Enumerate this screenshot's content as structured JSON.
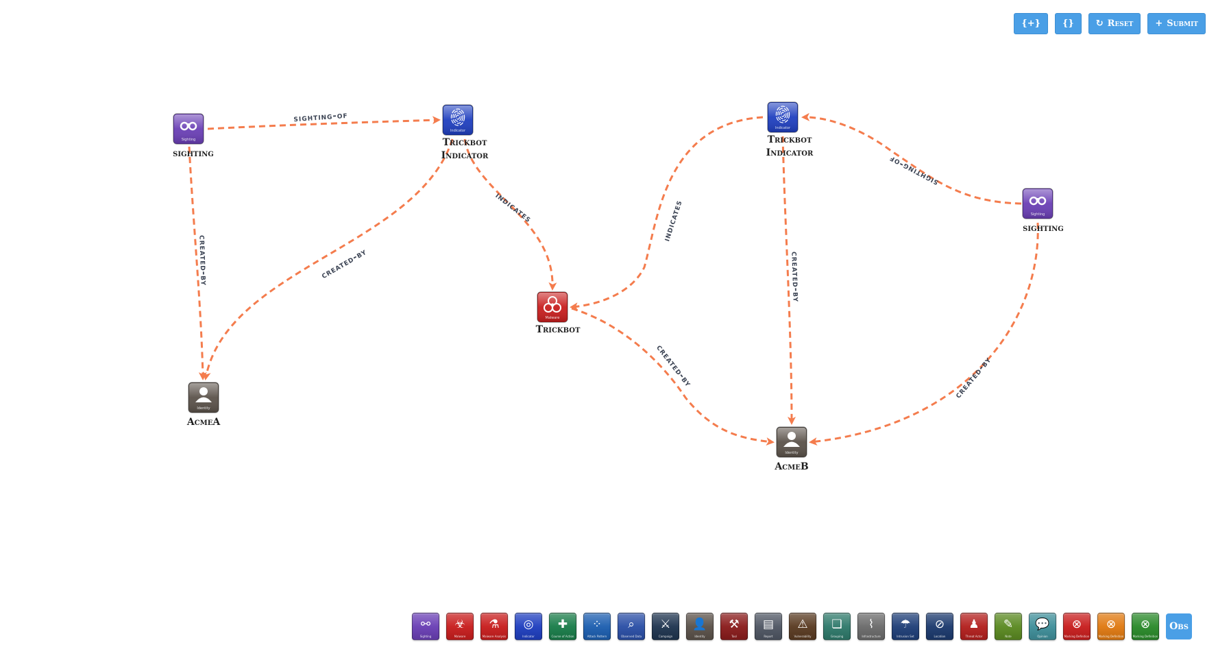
{
  "toolbar": {
    "add_json_label": "{+}",
    "json_label": "{}",
    "reset_label": "Reset",
    "reset_icon": "↻",
    "submit_label": "Submit",
    "submit_icon": "+"
  },
  "graph": {
    "edge_color": "#f47c4d",
    "nodes": [
      {
        "id": "sighting-1",
        "type": "sighting",
        "icon": "binoculars-icon",
        "color": "#6a3fb5",
        "caption": "Sighting",
        "label": [
          "sighting"
        ]
      },
      {
        "id": "indicator-1",
        "type": "indicator",
        "icon": "fingerprint-icon",
        "color": "#1f3fbf",
        "caption": "Indicator",
        "label": [
          "Trickbot",
          "Indicator"
        ]
      },
      {
        "id": "malware-1",
        "type": "malware",
        "icon": "biohazard-icon",
        "color": "#c81e1e",
        "caption": "Malware",
        "label": [
          "Trickbot"
        ]
      },
      {
        "id": "indicator-2",
        "type": "indicator",
        "icon": "fingerprint-icon",
        "color": "#1f3fbf",
        "caption": "Indicator",
        "label": [
          "Trickbot",
          "Indicator"
        ]
      },
      {
        "id": "sighting-2",
        "type": "sighting",
        "icon": "binoculars-icon",
        "color": "#6a3fb5",
        "caption": "Sighting",
        "label": [
          "sighting"
        ]
      },
      {
        "id": "identity-a",
        "type": "identity",
        "icon": "person-icon",
        "color": "#5b524a",
        "caption": "Identity",
        "label": [
          "AcmeA"
        ]
      },
      {
        "id": "identity-b",
        "type": "identity",
        "icon": "person-icon",
        "color": "#5b524a",
        "caption": "Identity",
        "label": [
          "AcmeB"
        ]
      }
    ],
    "edges": [
      {
        "from": "sighting-1",
        "to": "indicator-1",
        "label": "sighting-of"
      },
      {
        "from": "sighting-1",
        "to": "identity-a",
        "label": "created-by"
      },
      {
        "from": "indicator-1",
        "to": "identity-a",
        "label": "created-by"
      },
      {
        "from": "indicator-1",
        "to": "malware-1",
        "label": "indicates"
      },
      {
        "from": "indicator-2",
        "to": "malware-1",
        "label": "indicates"
      },
      {
        "from": "indicator-2",
        "to": "identity-b",
        "label": "created-by"
      },
      {
        "from": "sighting-2",
        "to": "indicator-2",
        "label": "sighting-of"
      },
      {
        "from": "sighting-2",
        "to": "identity-b",
        "label": "created-by"
      },
      {
        "from": "malware-1",
        "to": "identity-b",
        "label": "created-by"
      }
    ]
  },
  "palette": {
    "items": [
      {
        "name": "sighting",
        "caption": "Sighting",
        "color": "#6a3fb5",
        "glyph": "⚯",
        "icon": "binoculars-icon"
      },
      {
        "name": "malware",
        "caption": "Malware",
        "color": "#c81e1e",
        "glyph": "☣",
        "icon": "biohazard-icon"
      },
      {
        "name": "malware-analysis",
        "caption": "Malware Analysis",
        "color": "#c81e1e",
        "glyph": "⚗",
        "icon": "microscope-icon"
      },
      {
        "name": "indicator",
        "caption": "Indicator",
        "color": "#1f3fbf",
        "glyph": "◎",
        "icon": "fingerprint-icon"
      },
      {
        "name": "course-of-action",
        "caption": "Course of Action",
        "color": "#1a7d4a",
        "glyph": "✚",
        "icon": "first-aid-icon"
      },
      {
        "name": "attack-pattern",
        "caption": "Attack Pattern",
        "color": "#1d5fb0",
        "glyph": "⁘",
        "icon": "attack-pattern-icon"
      },
      {
        "name": "observed-data",
        "caption": "Observed Data",
        "color": "#2b4fa6",
        "glyph": "⌕",
        "icon": "magnifier-icon"
      },
      {
        "name": "campaign",
        "caption": "Campaign",
        "color": "#1f3550",
        "glyph": "⚔",
        "icon": "cannon-icon"
      },
      {
        "name": "identity",
        "caption": "Identity",
        "color": "#5b524a",
        "glyph": "👤",
        "icon": "person-icon"
      },
      {
        "name": "tool",
        "caption": "Tool",
        "color": "#8a1c1c",
        "glyph": "⚒",
        "icon": "tools-icon"
      },
      {
        "name": "report",
        "caption": "Report",
        "color": "#4f5663",
        "glyph": "▤",
        "icon": "report-icon"
      },
      {
        "name": "vulnerability",
        "caption": "Vulnerability",
        "color": "#5a3b22",
        "glyph": "⚠",
        "icon": "vulnerability-icon"
      },
      {
        "name": "grouping",
        "caption": "Grouping",
        "color": "#2f7a6b",
        "glyph": "❏",
        "icon": "grouping-icon"
      },
      {
        "name": "infrastructure",
        "caption": "Infrastructure",
        "color": "#6b6b6b",
        "glyph": "⌇",
        "icon": "bridge-icon"
      },
      {
        "name": "intrusion-set",
        "caption": "Intrusion Set",
        "color": "#1f3f78",
        "glyph": "☂",
        "icon": "umbrella-icon"
      },
      {
        "name": "location",
        "caption": "Location",
        "color": "#1c3a6e",
        "glyph": "⊘",
        "icon": "compass-icon"
      },
      {
        "name": "threat-actor",
        "caption": "Threat Actor",
        "color": "#b3201e",
        "glyph": "♟",
        "icon": "threat-actor-icon"
      },
      {
        "name": "note",
        "caption": "Note",
        "color": "#5b8a22",
        "glyph": "✎",
        "icon": "note-icon"
      },
      {
        "name": "opinion",
        "caption": "Opinion",
        "color": "#3f8f9a",
        "glyph": "💬",
        "icon": "speech-bubble-icon"
      },
      {
        "name": "marking-definition-red",
        "caption": "Marking Definition",
        "color": "#c81e1e",
        "glyph": "⊗",
        "icon": "marking-red-icon"
      },
      {
        "name": "marking-definition-amber",
        "caption": "Marking Definition",
        "color": "#e07a12",
        "glyph": "⊗",
        "icon": "marking-amber-icon"
      },
      {
        "name": "marking-definition-green",
        "caption": "Marking Definition",
        "color": "#2a8a2a",
        "glyph": "⊗",
        "icon": "marking-green-icon"
      }
    ],
    "obs_label": "Obs"
  }
}
